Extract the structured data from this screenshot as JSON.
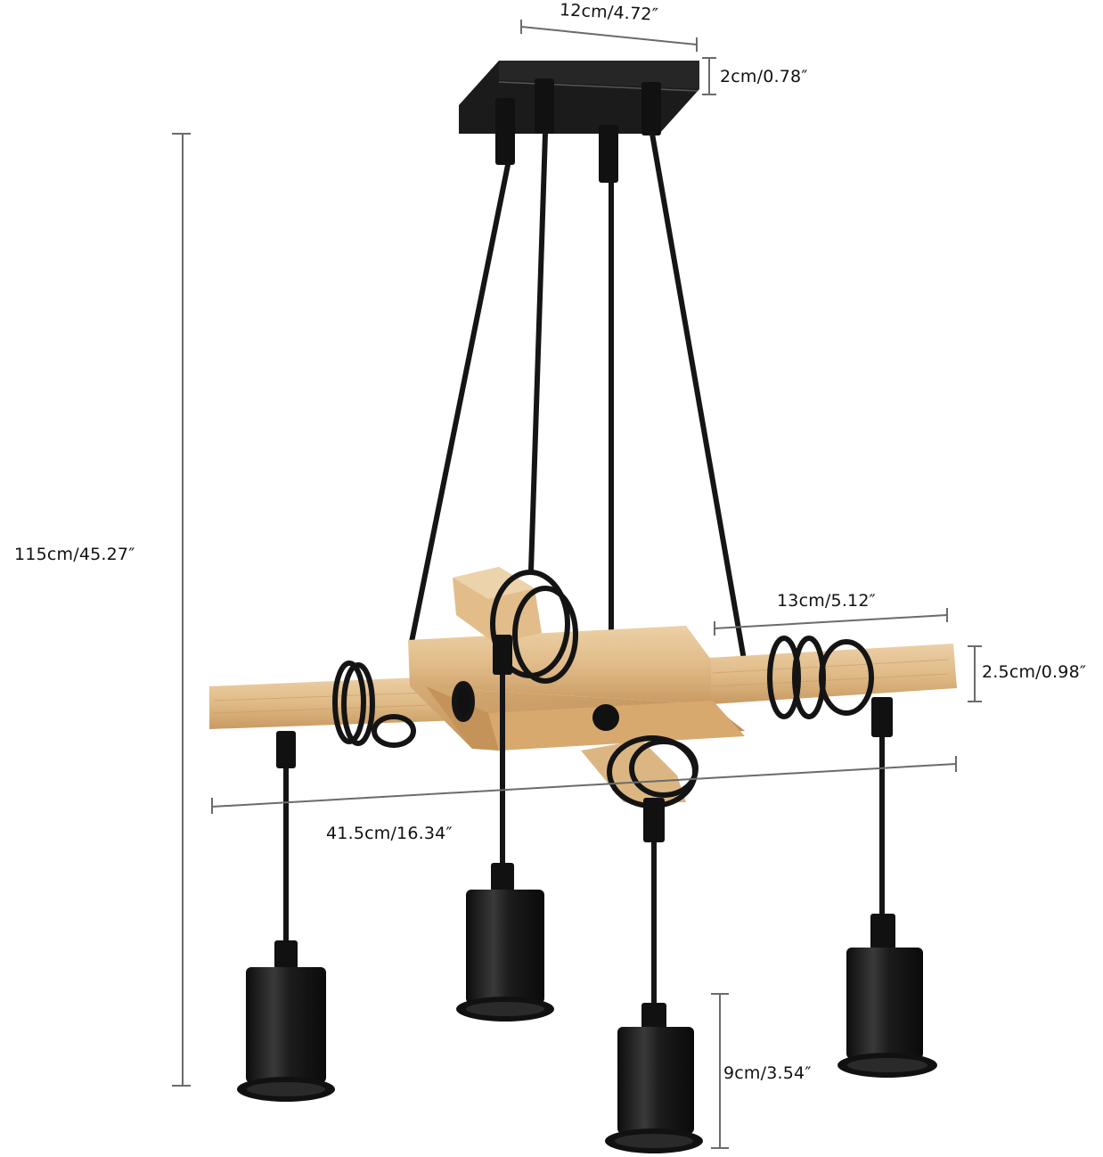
{
  "product": {
    "description": "4-light wooden beam pendant chandelier with black metal sockets",
    "colors": {
      "metal": "#1a1a1a",
      "wood_light": "#e8c79a",
      "wood_mid": "#d9b07a",
      "wood_dark": "#c08f58",
      "dimension_line": "#6b6b6b",
      "label_text": "#111111",
      "background": "#ffffff"
    }
  },
  "dimensions": {
    "canopy_width": "12cm/4.72″",
    "canopy_height": "2cm/0.78″",
    "overall_height": "115cm/45.27″",
    "beam_segment_length": "13cm/5.12″",
    "beam_thickness": "2.5cm/0.98″",
    "overall_width": "41.5cm/16.34″",
    "socket_height": "9cm/3.54″"
  }
}
